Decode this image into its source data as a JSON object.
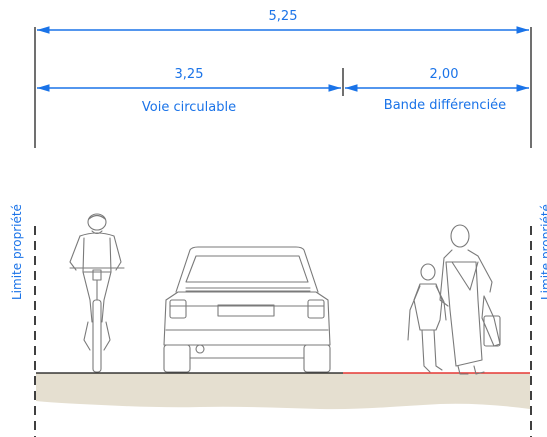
{
  "dimensions": {
    "total": "5,25",
    "lane_width": "3,25",
    "band_width": "2,00"
  },
  "labels": {
    "lane": "Voie circulable",
    "band": "Bande différenciée",
    "property_left": "Limite propriété",
    "property_right": "Limite propriété"
  },
  "colors": {
    "dimension": "#1a73e8",
    "ground": "#e5dfd0",
    "band_edge": "#e53935",
    "figures": "#7a7a7a"
  },
  "icons": [
    "cyclist-icon",
    "car-rear-icon",
    "pedestrians-icon"
  ]
}
